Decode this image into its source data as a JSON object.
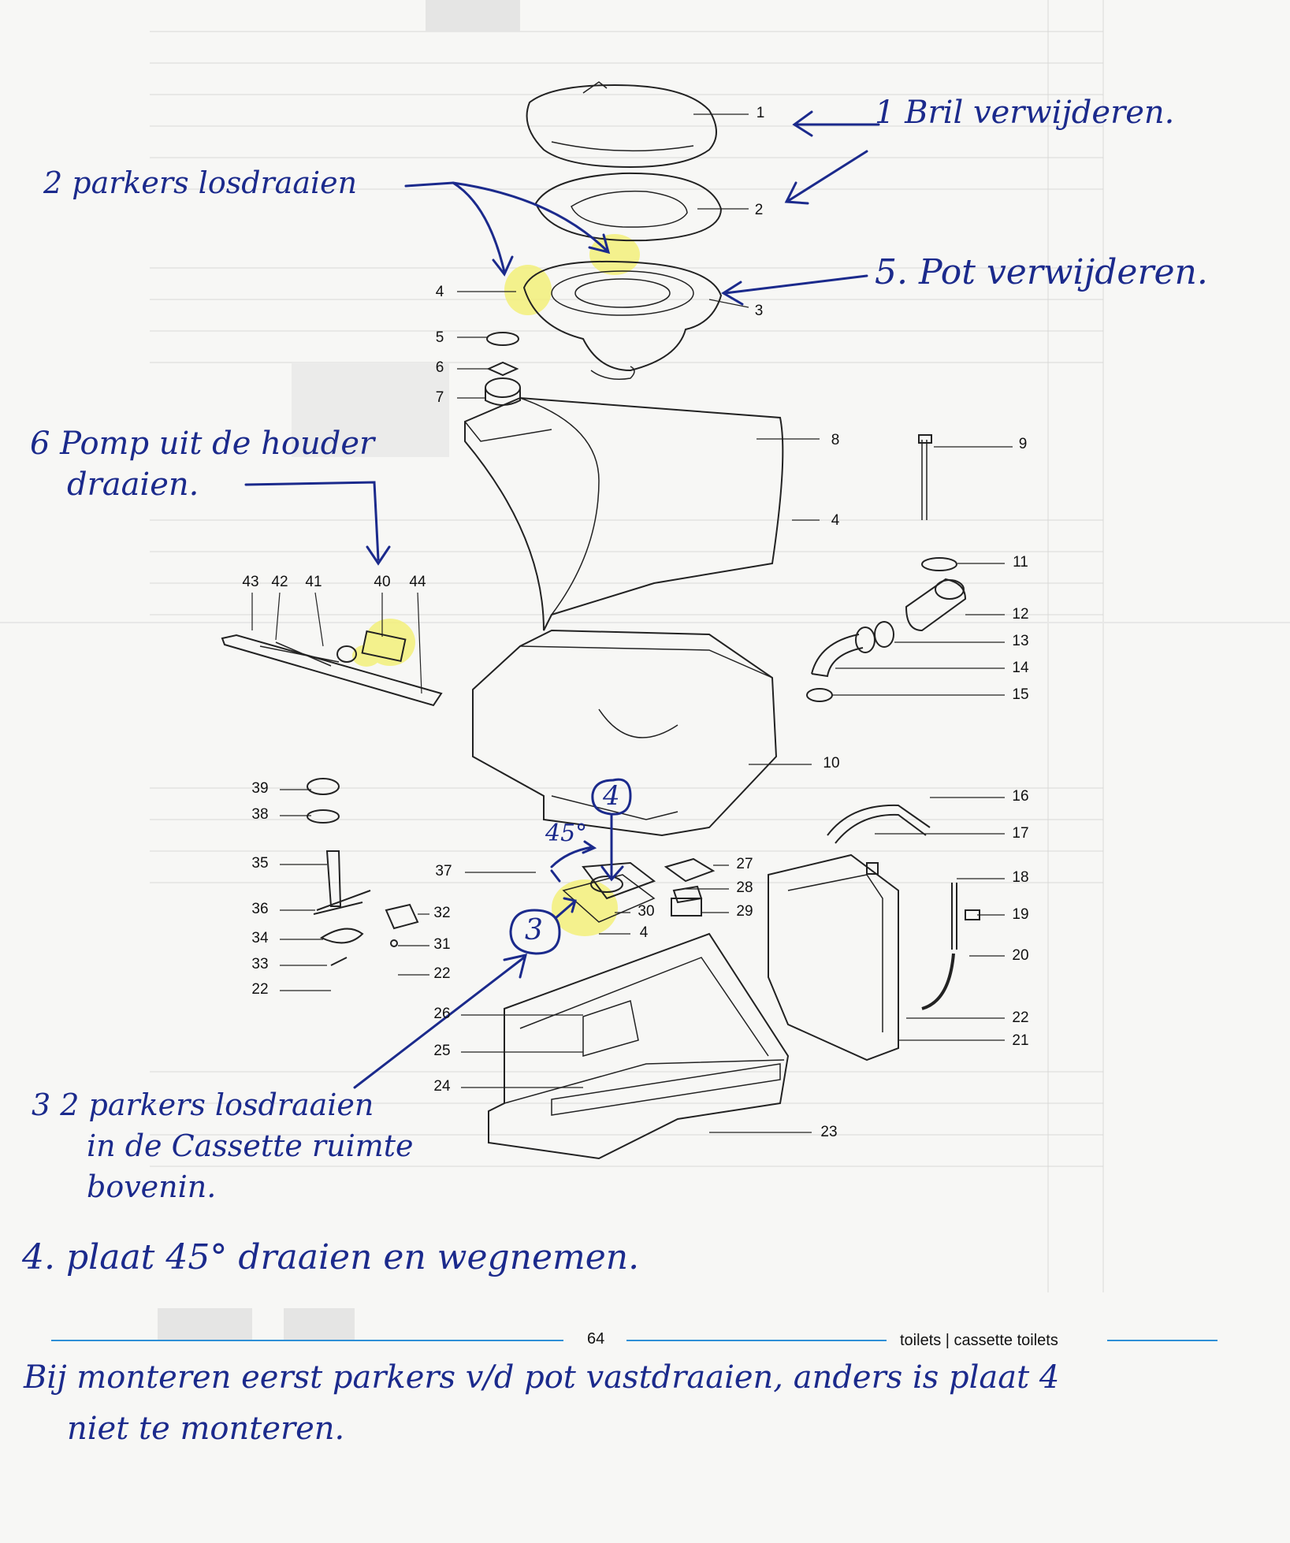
{
  "parts": {
    "p1": "1",
    "p2": "2",
    "p3": "3",
    "p4a": "4",
    "p4b": "4",
    "p4c": "4",
    "p5": "5",
    "p6": "6",
    "p7": "7",
    "p8": "8",
    "p9": "9",
    "p10": "10",
    "p11": "11",
    "p12": "12",
    "p13": "13",
    "p14": "14",
    "p15": "15",
    "p16": "16",
    "p17": "17",
    "p18": "18",
    "p19": "19",
    "p20": "20",
    "p21": "21",
    "p22a": "22",
    "p22b": "22",
    "p22c": "22",
    "p23": "23",
    "p24": "24",
    "p25": "25",
    "p26": "26",
    "p27": "27",
    "p28": "28",
    "p29": "29",
    "p30": "30",
    "p31": "31",
    "p32": "32",
    "p33": "33",
    "p34": "34",
    "p35": "35",
    "p36": "36",
    "p37": "37",
    "p38": "38",
    "p39": "39",
    "p40": "40",
    "p41": "41",
    "p42": "42",
    "p43": "43",
    "p44": "44"
  },
  "annotations": {
    "step1": "1 Bril verwijderen.",
    "step2": "2 parkers losdraaien",
    "step5": "5. Pot verwijderen.",
    "step6_line1": "6 Pomp uit de houder",
    "step6_line2": "draaien.",
    "step3_line1": "3  2 parkers losdraaien",
    "step3_line2": "in de Cassette ruimte",
    "step3_line3": "bovenin.",
    "step4": "4. plaat 45° draaien en wegnemen.",
    "circle4": "4",
    "circle3": "3",
    "angle": "45°",
    "note_line1": "Bij monteren eerst parkers v/d pot vastdraaien, anders is plaat 4",
    "note_line2": "niet te monteren."
  },
  "footer": {
    "page_number": "64",
    "section": "toilets | cassette toilets"
  },
  "colors": {
    "ink": "#1b2a8c",
    "highlight": "#f3f07a",
    "footer_rule": "#2e8fd6"
  }
}
